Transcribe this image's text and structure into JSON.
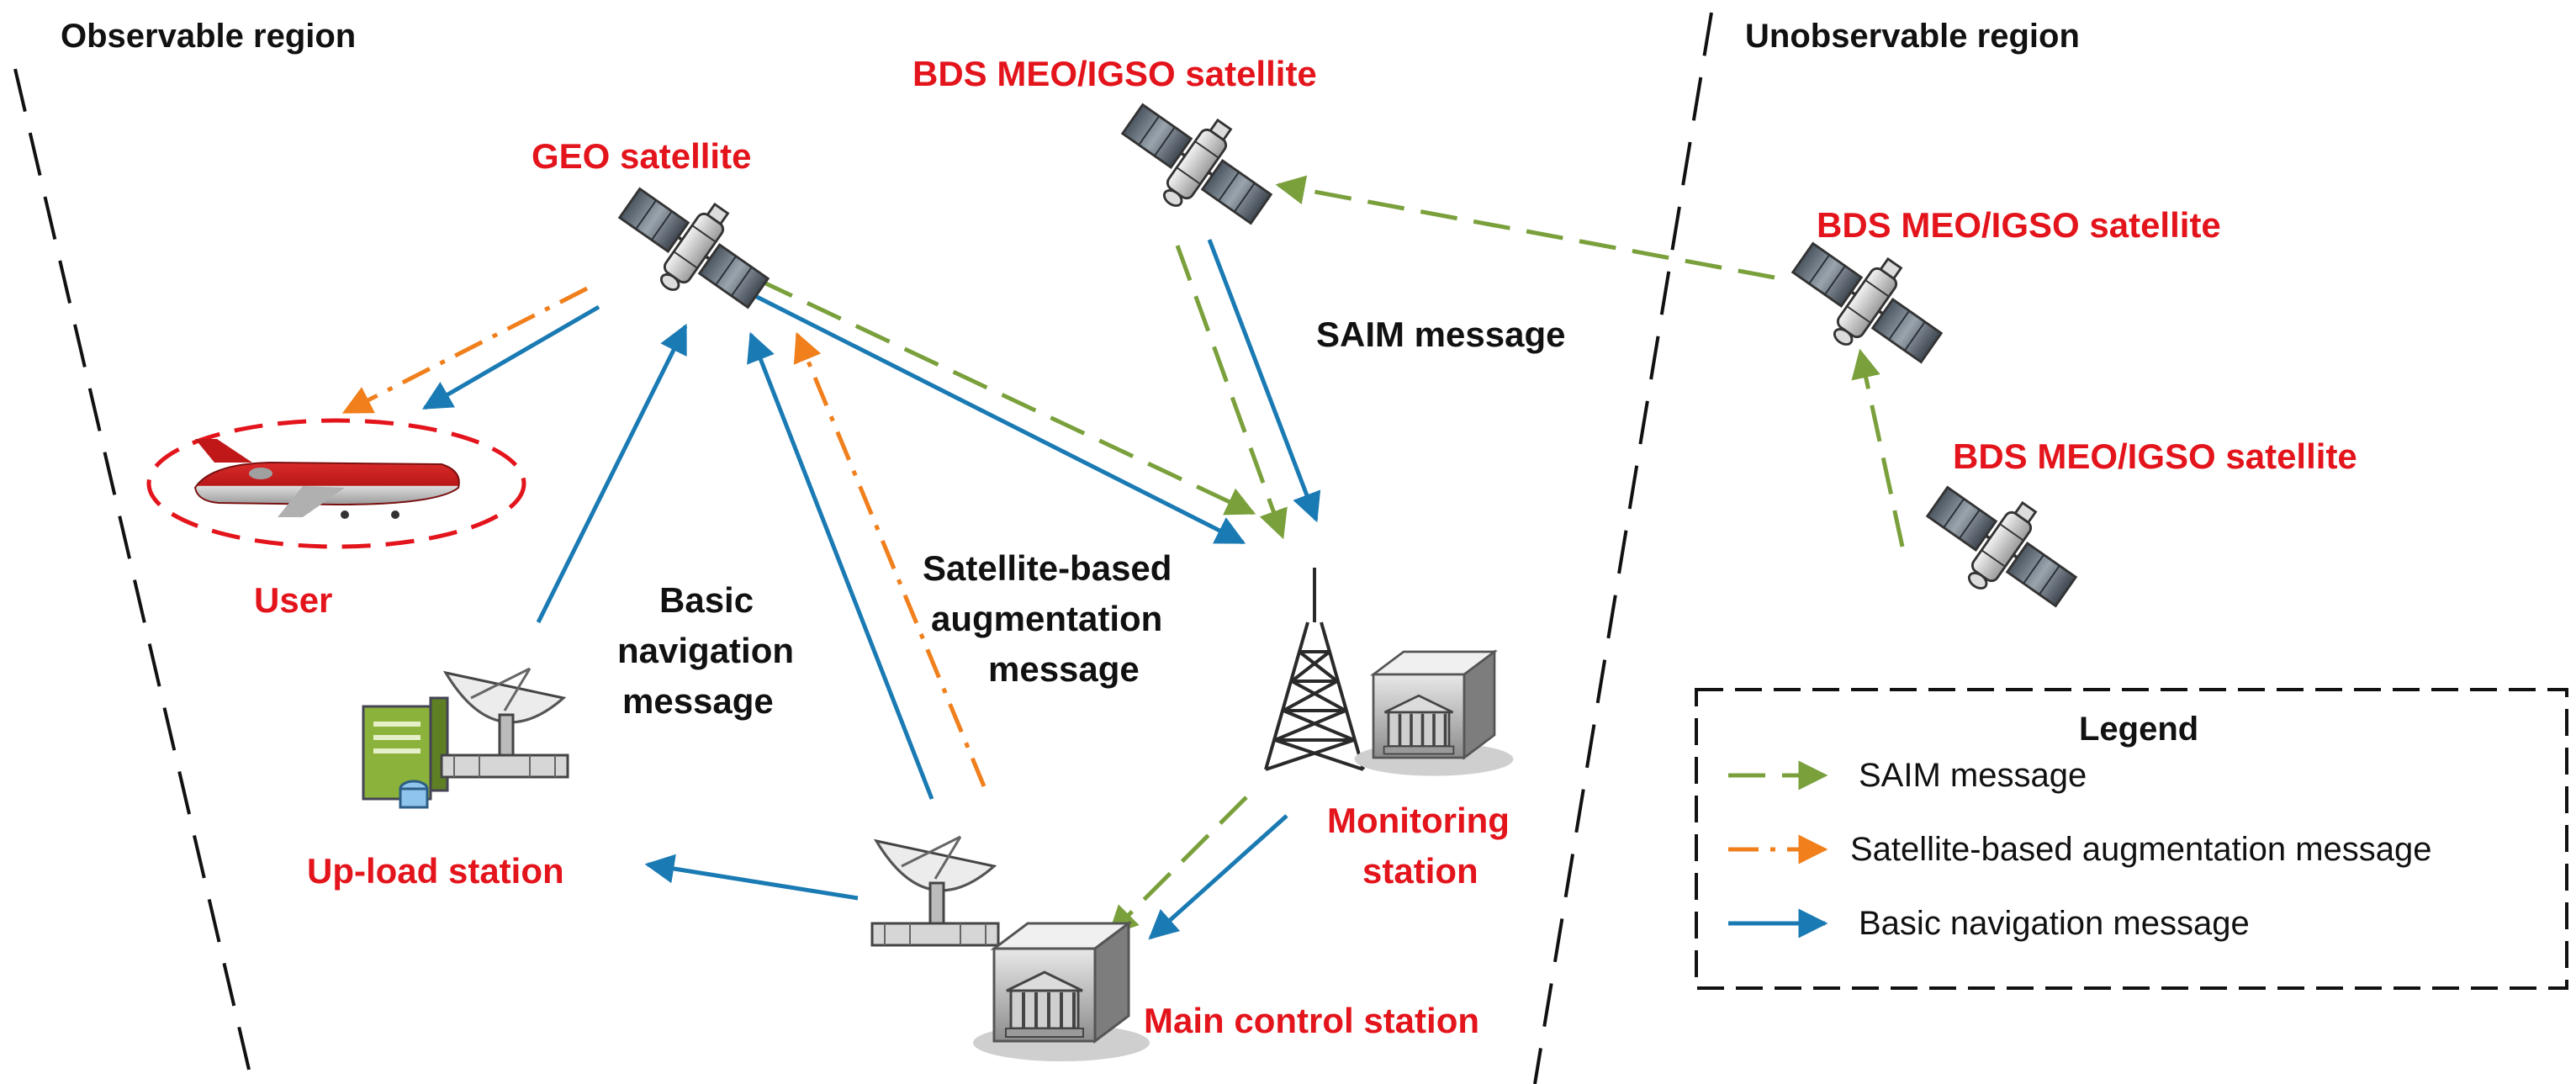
{
  "regions": {
    "observable": "Observable region",
    "unobservable": "Unobservable region"
  },
  "nodes": {
    "geo": "GEO satellite",
    "bds_top": "BDS MEO/IGSO satellite",
    "bds_right": "BDS MEO/IGSO satellite",
    "bds_low": "BDS MEO/IGSO satellite",
    "user": "User",
    "upload": "Up-load station",
    "monitoring_1": "Monitoring",
    "monitoring_2": "station",
    "main_control": "Main control station"
  },
  "messages": {
    "basic_1": "Basic",
    "basic_2": "navigation",
    "basic_3": "message",
    "sba_1": "Satellite-based",
    "sba_2": "augmentation",
    "sba_3": "message",
    "saim": "SAIM message"
  },
  "legend": {
    "title": "Legend",
    "items": [
      {
        "label": "SAIM message",
        "color": "#7aa03c",
        "style": "long-dash"
      },
      {
        "label": "Satellite-based augmentation message",
        "color": "#f07f1c",
        "style": "dash-dot"
      },
      {
        "label": "Basic navigation message",
        "color": "#1a7ab3",
        "style": "solid"
      }
    ]
  },
  "colors": {
    "label_red": "#e3141b",
    "saim_green": "#7aa03c",
    "sba_orange": "#f07f1c",
    "basic_blue": "#1a7ab3"
  }
}
